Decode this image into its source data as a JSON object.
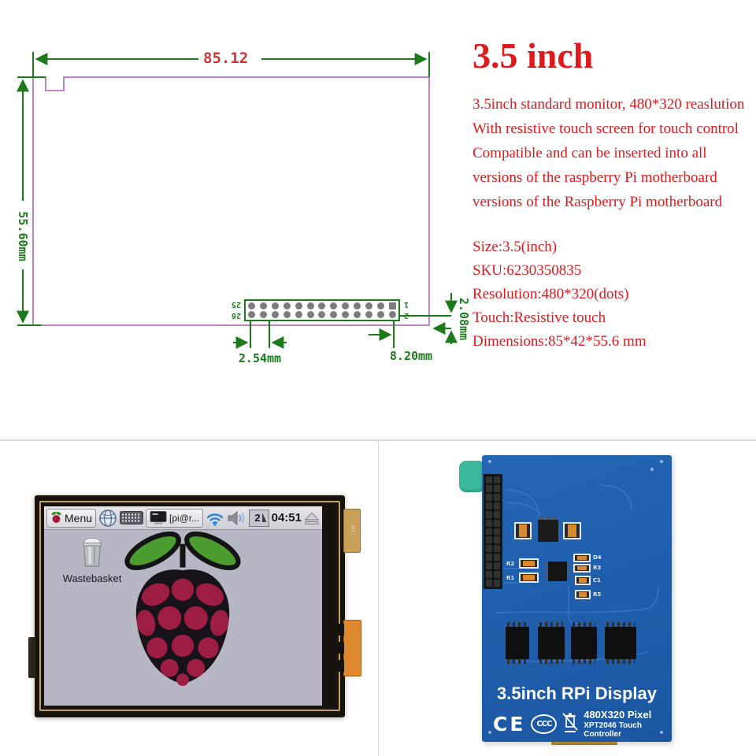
{
  "info": {
    "title": "3.5 inch",
    "description_lines": [
      "3.5inch standard monitor,  480*320 reaslution",
      "With resistive touch screen for touch control",
      "Compatible and can be inserted into all",
      "versions of the raspberry Pi motherboard",
      "versions of the Raspberry Pi motherboard"
    ],
    "specs": [
      "Size:3.5(inch)",
      "SKU:6230350835",
      "Resolution:480*320(dots)",
      "Touch:Resistive touch",
      "Dimensions:85*42*55.6 mm"
    ]
  },
  "diagram": {
    "width_label": "85.12",
    "height_label": "55.60mm",
    "pitch_label": "2.54mm",
    "edge_label": "8.20mm",
    "offset_label": "2.08mm",
    "pin_top_left": "25",
    "pin_bottom_left": "26",
    "pin_top_right": "1",
    "pin_bottom_right": "2",
    "connector": {
      "rows": 2,
      "cols": 13
    }
  },
  "front_photo": {
    "taskbar": {
      "menu_label": "Menu",
      "terminal_label": "[pi@r...",
      "cpu_value": "2",
      "clock": "04:51"
    },
    "desktop": {
      "wastebasket_label": "Wastebasket"
    },
    "flex_label": "0/1"
  },
  "pcb_photo": {
    "title": "3.5inch RPi Display",
    "pixel_label": "480X320 Pixel",
    "controller_label": "XPT2046 Touch Controller",
    "ce_label": "CE",
    "ccc_label": "CCC",
    "header": {
      "rows": 13,
      "cols": 2
    },
    "silkscreen": {
      "r2": "R2",
      "r1": "R1",
      "d4": "D4",
      "r3": "R3",
      "c1": "C1",
      "r5": "R5"
    }
  },
  "colors": {
    "accent_red": "#e0191d",
    "dim_green": "#1c7a1c",
    "outline_purple": "#bd84c2",
    "pcb_blue": "#2063b0",
    "stylus_teal": "#3ab89d",
    "desktop_bg": "#b7b6c5",
    "raspberry": "#9e1e43",
    "leaf_green": "#4c9d2f"
  }
}
